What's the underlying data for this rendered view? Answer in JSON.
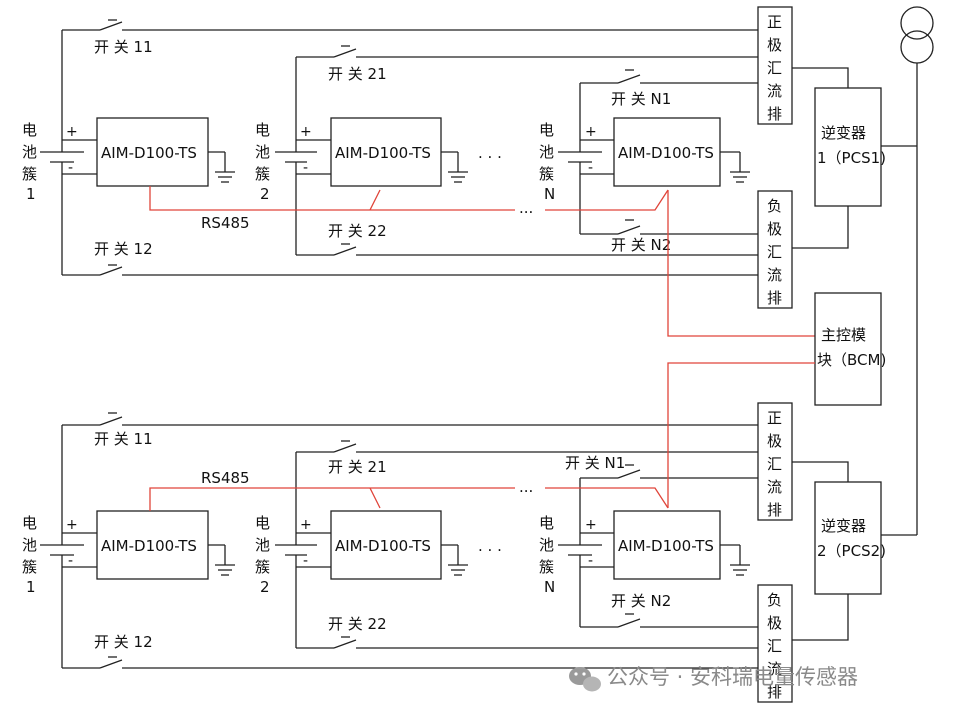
{
  "sections": [
    {
      "clusters": [
        {
          "battery": "电池簇1",
          "module": "AIM-D100-TS",
          "switch_top": "开 关 11",
          "switch_bottom": "开 关 12"
        },
        {
          "battery": "电池簇2",
          "module": "AIM-D100-TS",
          "switch_top": "开 关 21",
          "switch_bottom": "开 关 22"
        },
        {
          "battery": "电池簇N",
          "module": "AIM-D100-TS",
          "switch_top": "开 关 N1",
          "switch_bottom": "开 关 N2"
        }
      ],
      "pos_busbar": "正极汇流排",
      "neg_busbar": "负极汇流排",
      "inverter": [
        "逆变器",
        "1（PCS1)"
      ],
      "rs485": "RS485",
      "ellipsis": ". . .",
      "dots": "..."
    },
    {
      "clusters": [
        {
          "battery": "电池簇1",
          "module": "AIM-D100-TS",
          "switch_top": "开 关 11",
          "switch_bottom": "开 关 12"
        },
        {
          "battery": "电池簇2",
          "module": "AIM-D100-TS",
          "switch_top": "开 关 21",
          "switch_bottom": "开 关 22"
        },
        {
          "battery": "电池簇N",
          "module": "AIM-D100-TS",
          "switch_top": "开 关 N1",
          "switch_bottom": "开 关 N2"
        }
      ],
      "pos_busbar": "正极汇流排",
      "neg_busbar": "负极汇流排",
      "inverter": [
        "逆变器",
        "2（PCS2)"
      ],
      "rs485": "RS485",
      "ellipsis": ". . .",
      "dots": "..."
    }
  ],
  "bcm": [
    "主控模",
    "块（BCM)"
  ],
  "polarity": {
    "plus": "+",
    "minus": "-"
  },
  "watermark": "公众号 · 安科瑞电量传感器"
}
